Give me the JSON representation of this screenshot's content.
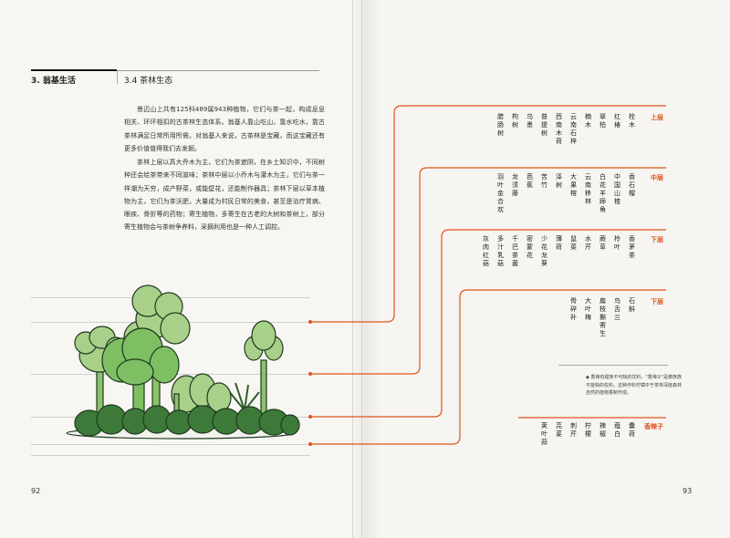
{
  "chapter": "3. 翁基生活",
  "section": "3.4  茶林生态",
  "paragraphs": [
    "景迈山上共有125科489属943种植物，它们与茶一起，构成息息相关、环环相扣的古茶林生态体系。翁基人靠山吃山，靠水吃水，靠古茶林满足日常所用所需。对翁基人来说，古茶林是宝藏，而这宝藏还有更多价值值得我们去发掘。",
    "茶林上层以高大乔木为主，它们为茶遮阴，在乡土知识中，不同树种还会给茶带来不同滋味；茶林中层以小乔木与灌木为主，它们与茶一样潮为天穷，成产野菜，或能壁花，还能制作器具；茶林下层以草本植物为主，它们为茶沃肥，大量成为村民日常的美食，甚至是治疗胃病、眼疾、骨折等的药物；寄生植物，多寄生在古老的大树和茶树上，部分寄生植物会与茶树争养料，采摘利用也是一种人工调控。"
  ],
  "page_numbers": {
    "left": "92",
    "right": "93"
  },
  "tiers": [
    {
      "label": "上层",
      "columns": [
        "栓木",
        "红椿",
        "翠柏",
        "楠木",
        "云南石梓",
        "西南木荷",
        "普提树",
        "乌墨",
        "枸树",
        "腊肠树"
      ]
    },
    {
      "label": "中层",
      "columns": [
        "香石榴",
        "中国山楂",
        "白花羊蹄角",
        "云南移林",
        "大果榕",
        "泽树",
        "苦竹",
        "芭蕉",
        "龙须藤",
        "羽叶金合欢"
      ]
    },
    {
      "label": "下层",
      "columns": [
        "香茅茶",
        "柃叶",
        "蕨草",
        "水芹",
        "鼠菜",
        "薄荷",
        "少花龙葵",
        "密蒙花",
        "千巴茶菌",
        "多汁乳菇",
        "灰肉红菇"
      ]
    },
    {
      "label": "下层",
      "columns": [
        "石斛",
        "鸟舌兰",
        "扁枝槲寄生",
        "大叶梅",
        "骨碎补"
      ]
    },
    {
      "label": "香辣子",
      "columns": [
        "囊荷",
        "薤白",
        "辣椒",
        "柠檬",
        "刺芹",
        "芫荽",
        "荚叶蒜"
      ]
    }
  ],
  "note": "◆ 香辣有甜族不可缺的饮料，\"香辣子\"是傣族族不能缺的佐料。这种作料柠檬中于茶林深度森林自然的植物香制作成。",
  "colors": {
    "accent": "#e0531c",
    "text": "#222222",
    "tree_light": "#a9d089",
    "tree_mid": "#7fbf64",
    "tree_dark": "#3d7a3a",
    "outline": "#1f3a1f"
  }
}
